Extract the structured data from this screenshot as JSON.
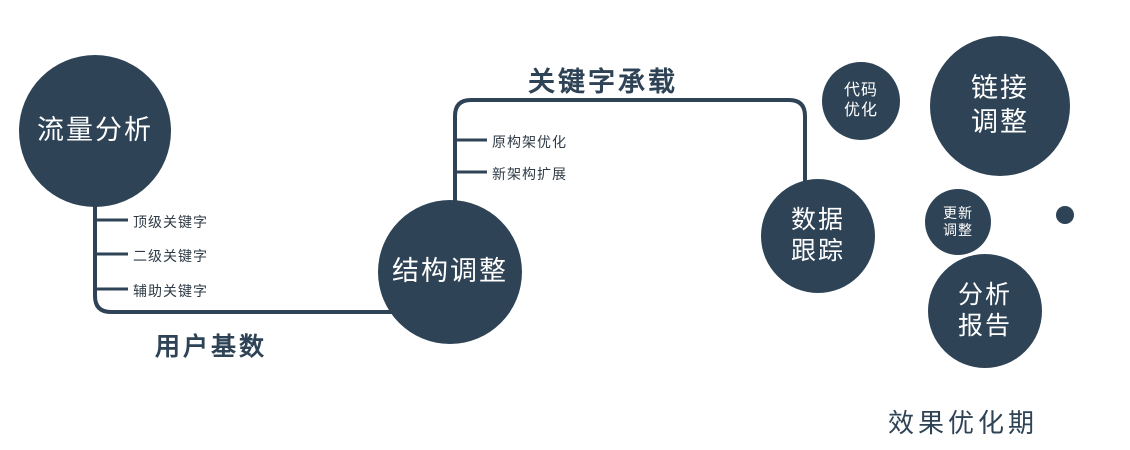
{
  "diagram": {
    "nodes": {
      "traffic": {
        "label": "流量分析"
      },
      "structure": {
        "label": "结构调整"
      },
      "tracking": {
        "line1": "数据",
        "line2": "跟踪"
      },
      "code": {
        "line1": "代码",
        "line2": "优化"
      },
      "link": {
        "line1": "链接",
        "line2": "调整"
      },
      "update": {
        "line1": "更新",
        "line2": "调整"
      },
      "report": {
        "line1": "分析",
        "line2": "报告"
      }
    },
    "edges": {
      "user_base": "用户基数",
      "keyword_carry": "关键字承载"
    },
    "branches": {
      "traffic": [
        "顶级关键字",
        "二级关键字",
        "辅助关键字"
      ],
      "structure": [
        "原构架优化",
        "新架构扩展"
      ]
    },
    "caption": "效果优化期",
    "colors": {
      "node_fill": "#2e4356",
      "line": "#2e4356",
      "node_text": "#ffffff"
    }
  }
}
